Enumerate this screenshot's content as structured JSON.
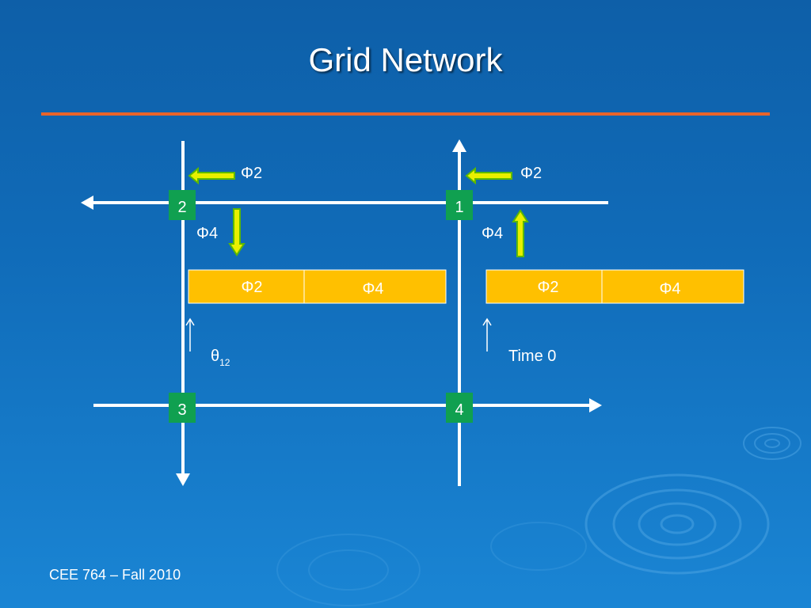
{
  "slide": {
    "title": "Grid Network",
    "footer": "CEE 764 – Fall 2010"
  },
  "colors": {
    "background": "#1070c0",
    "title_rule": "#e8642a",
    "road": "#ffffff",
    "node_fill": "#10a050",
    "phase_arrow_fill": "#e8f000",
    "phase_arrow_stroke": "#5cb800",
    "bar_fill": "#ffc000"
  },
  "diagram": {
    "nodes": [
      {
        "label": "1"
      },
      {
        "label": "2"
      },
      {
        "label": "3"
      },
      {
        "label": "4"
      }
    ],
    "phase_labels": {
      "node2_phi2": "Φ2",
      "node2_phi4": "Φ4",
      "node1_phi2": "Φ2",
      "node1_phi4": "Φ4"
    },
    "bars": [
      {
        "segments": [
          "Φ2",
          "Φ4"
        ]
      },
      {
        "segments": [
          "Φ2",
          "Φ4"
        ]
      }
    ],
    "offset_label": {
      "symbol": "θ",
      "subscript": "12"
    },
    "time_label": "Time 0"
  }
}
